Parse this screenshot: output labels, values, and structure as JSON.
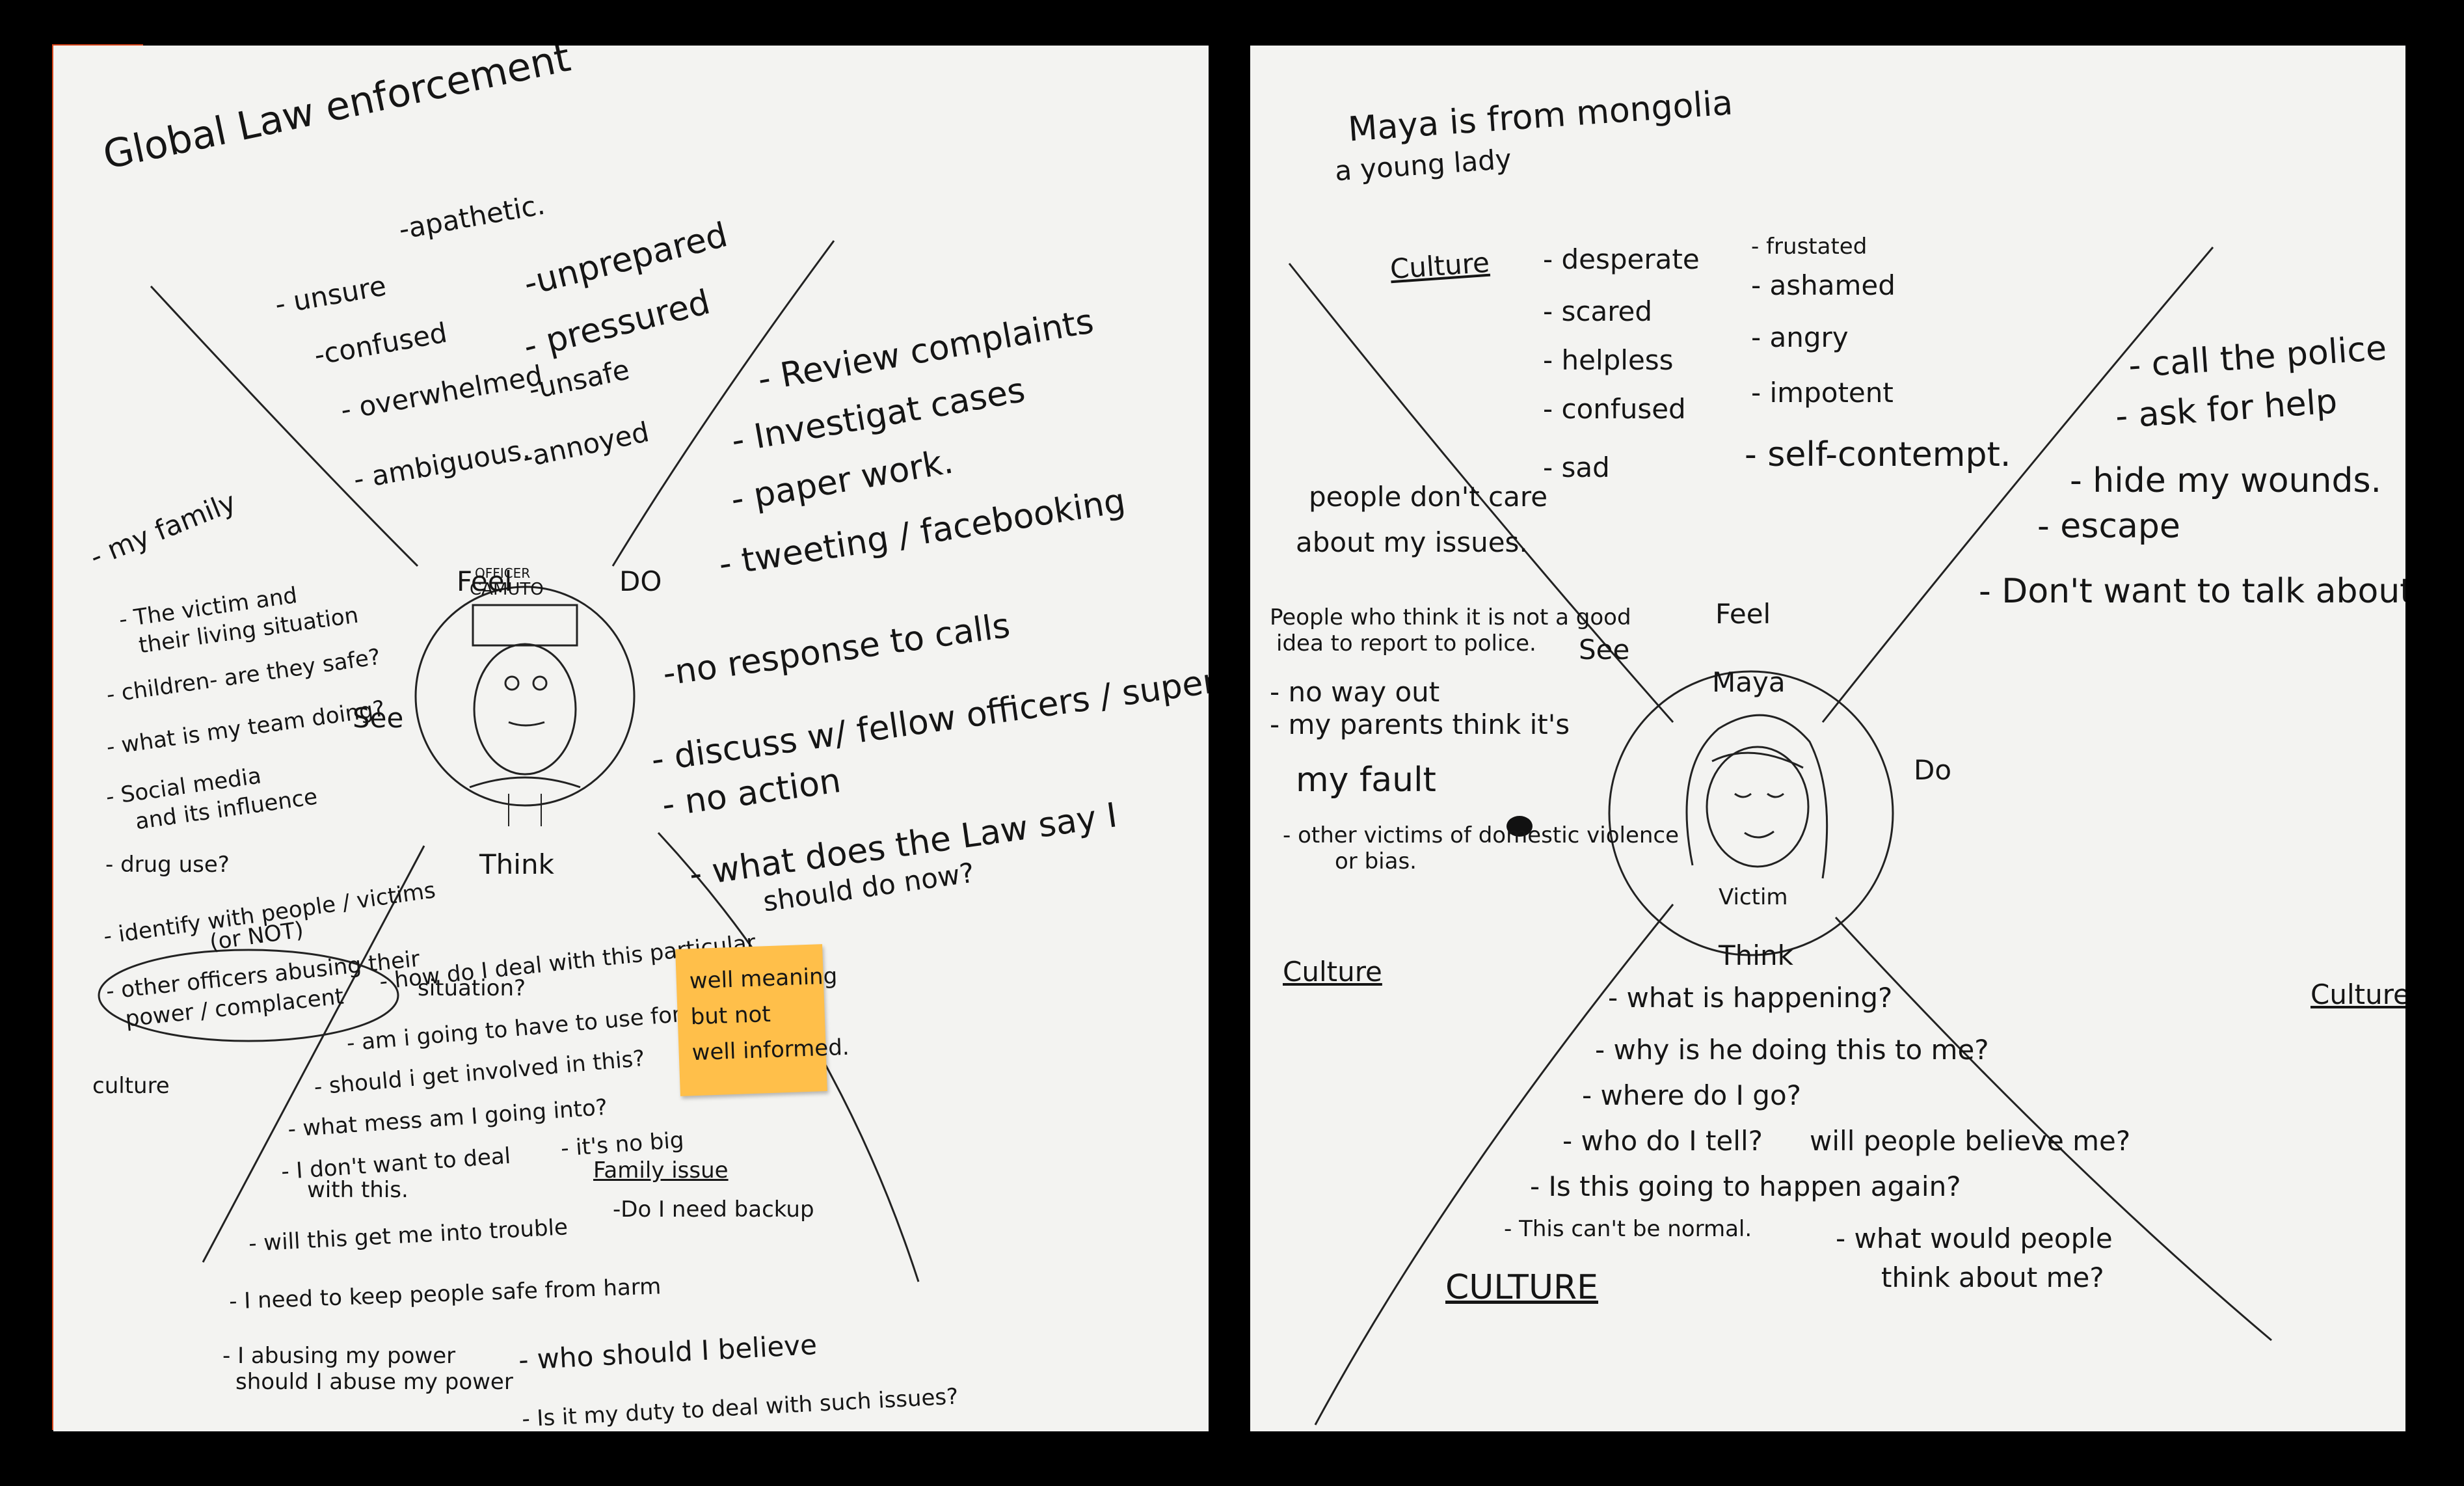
{
  "left_map": {
    "title": "Global Law enforcement",
    "center": {
      "name_line1": "OFFICER",
      "name_line2": "CAMUTO"
    },
    "labels": {
      "feel": "Feel",
      "do": "DO",
      "see": "See",
      "think": "Think"
    },
    "feel": [
      "-apathetic.",
      "- unsure",
      "-confused",
      "- overwhelmed",
      "- ambiguous.",
      "-unprepared",
      "- pressured",
      "-unsafe",
      "-annoyed"
    ],
    "do": [
      "- Review complaints",
      "- Investigat cases",
      "- paper work.",
      "- tweeting / facebooking",
      "-no response to calls",
      "- discuss w/ fellow officers / supervisor",
      "- no action",
      "- what does the Law say I",
      "should do now?"
    ],
    "see": [
      "- my family",
      "- The victim and",
      "their living situation",
      "- children- are they safe?",
      "- what is my team doing?",
      "- Social media",
      "and its influence",
      "- drug use?",
      "- identify with people / victims",
      "(or NOT)",
      "- other officers abusing their",
      "power / complacent",
      "culture"
    ],
    "think": [
      "- how do I deal with this particular",
      "situation?",
      "- am i going to have to use force?",
      "- should i get involved in this?",
      "- what mess am I going into?",
      "- I don't want to deal",
      "with this.",
      "- it's no big",
      "Family issue",
      "-Do I need backup",
      "- will this get me into trouble",
      "- I need to keep people safe from harm",
      "- I abusing my power",
      "should I abuse my power",
      "- who should I believe",
      "- Is it my duty to deal with such issues?"
    ],
    "sticky_note": [
      "well meaning",
      "but not",
      "well informed."
    ]
  },
  "right_map": {
    "title": "Maya is from mongolia",
    "subtitle": "a young lady",
    "center": {
      "name": "Maya",
      "role": "Victim"
    },
    "labels": {
      "feel": "Feel",
      "do": "Do",
      "see": "See",
      "think": "Think"
    },
    "culture_labels": [
      "Culture",
      "Culture",
      "Culture",
      "CULTURE"
    ],
    "feel": [
      "- desperate",
      "- scared",
      "- helpless",
      "- confused",
      "- sad",
      "- frustated",
      "- ashamed",
      "- angry",
      "- impotent",
      "- self-contempt."
    ],
    "do": [
      "- call the police",
      "- ask for help",
      "- hide my wounds.",
      "- escape",
      "- Don't want to talk about it."
    ],
    "see": [
      "people don't care",
      "about my issues.",
      "People who think it is not a good",
      "idea to report to police.",
      "- no way out",
      "- my parents think it's",
      "my fault",
      "- other victims of domestic violence",
      "or bias."
    ],
    "think": [
      "- what is happening?",
      "- why is he doing this to me?",
      "- where do I go?",
      "- who do I tell?",
      "will people believe me?",
      "- Is this going to happen again?",
      "- This can't be normal.",
      "- what would people",
      "think about me?"
    ]
  }
}
